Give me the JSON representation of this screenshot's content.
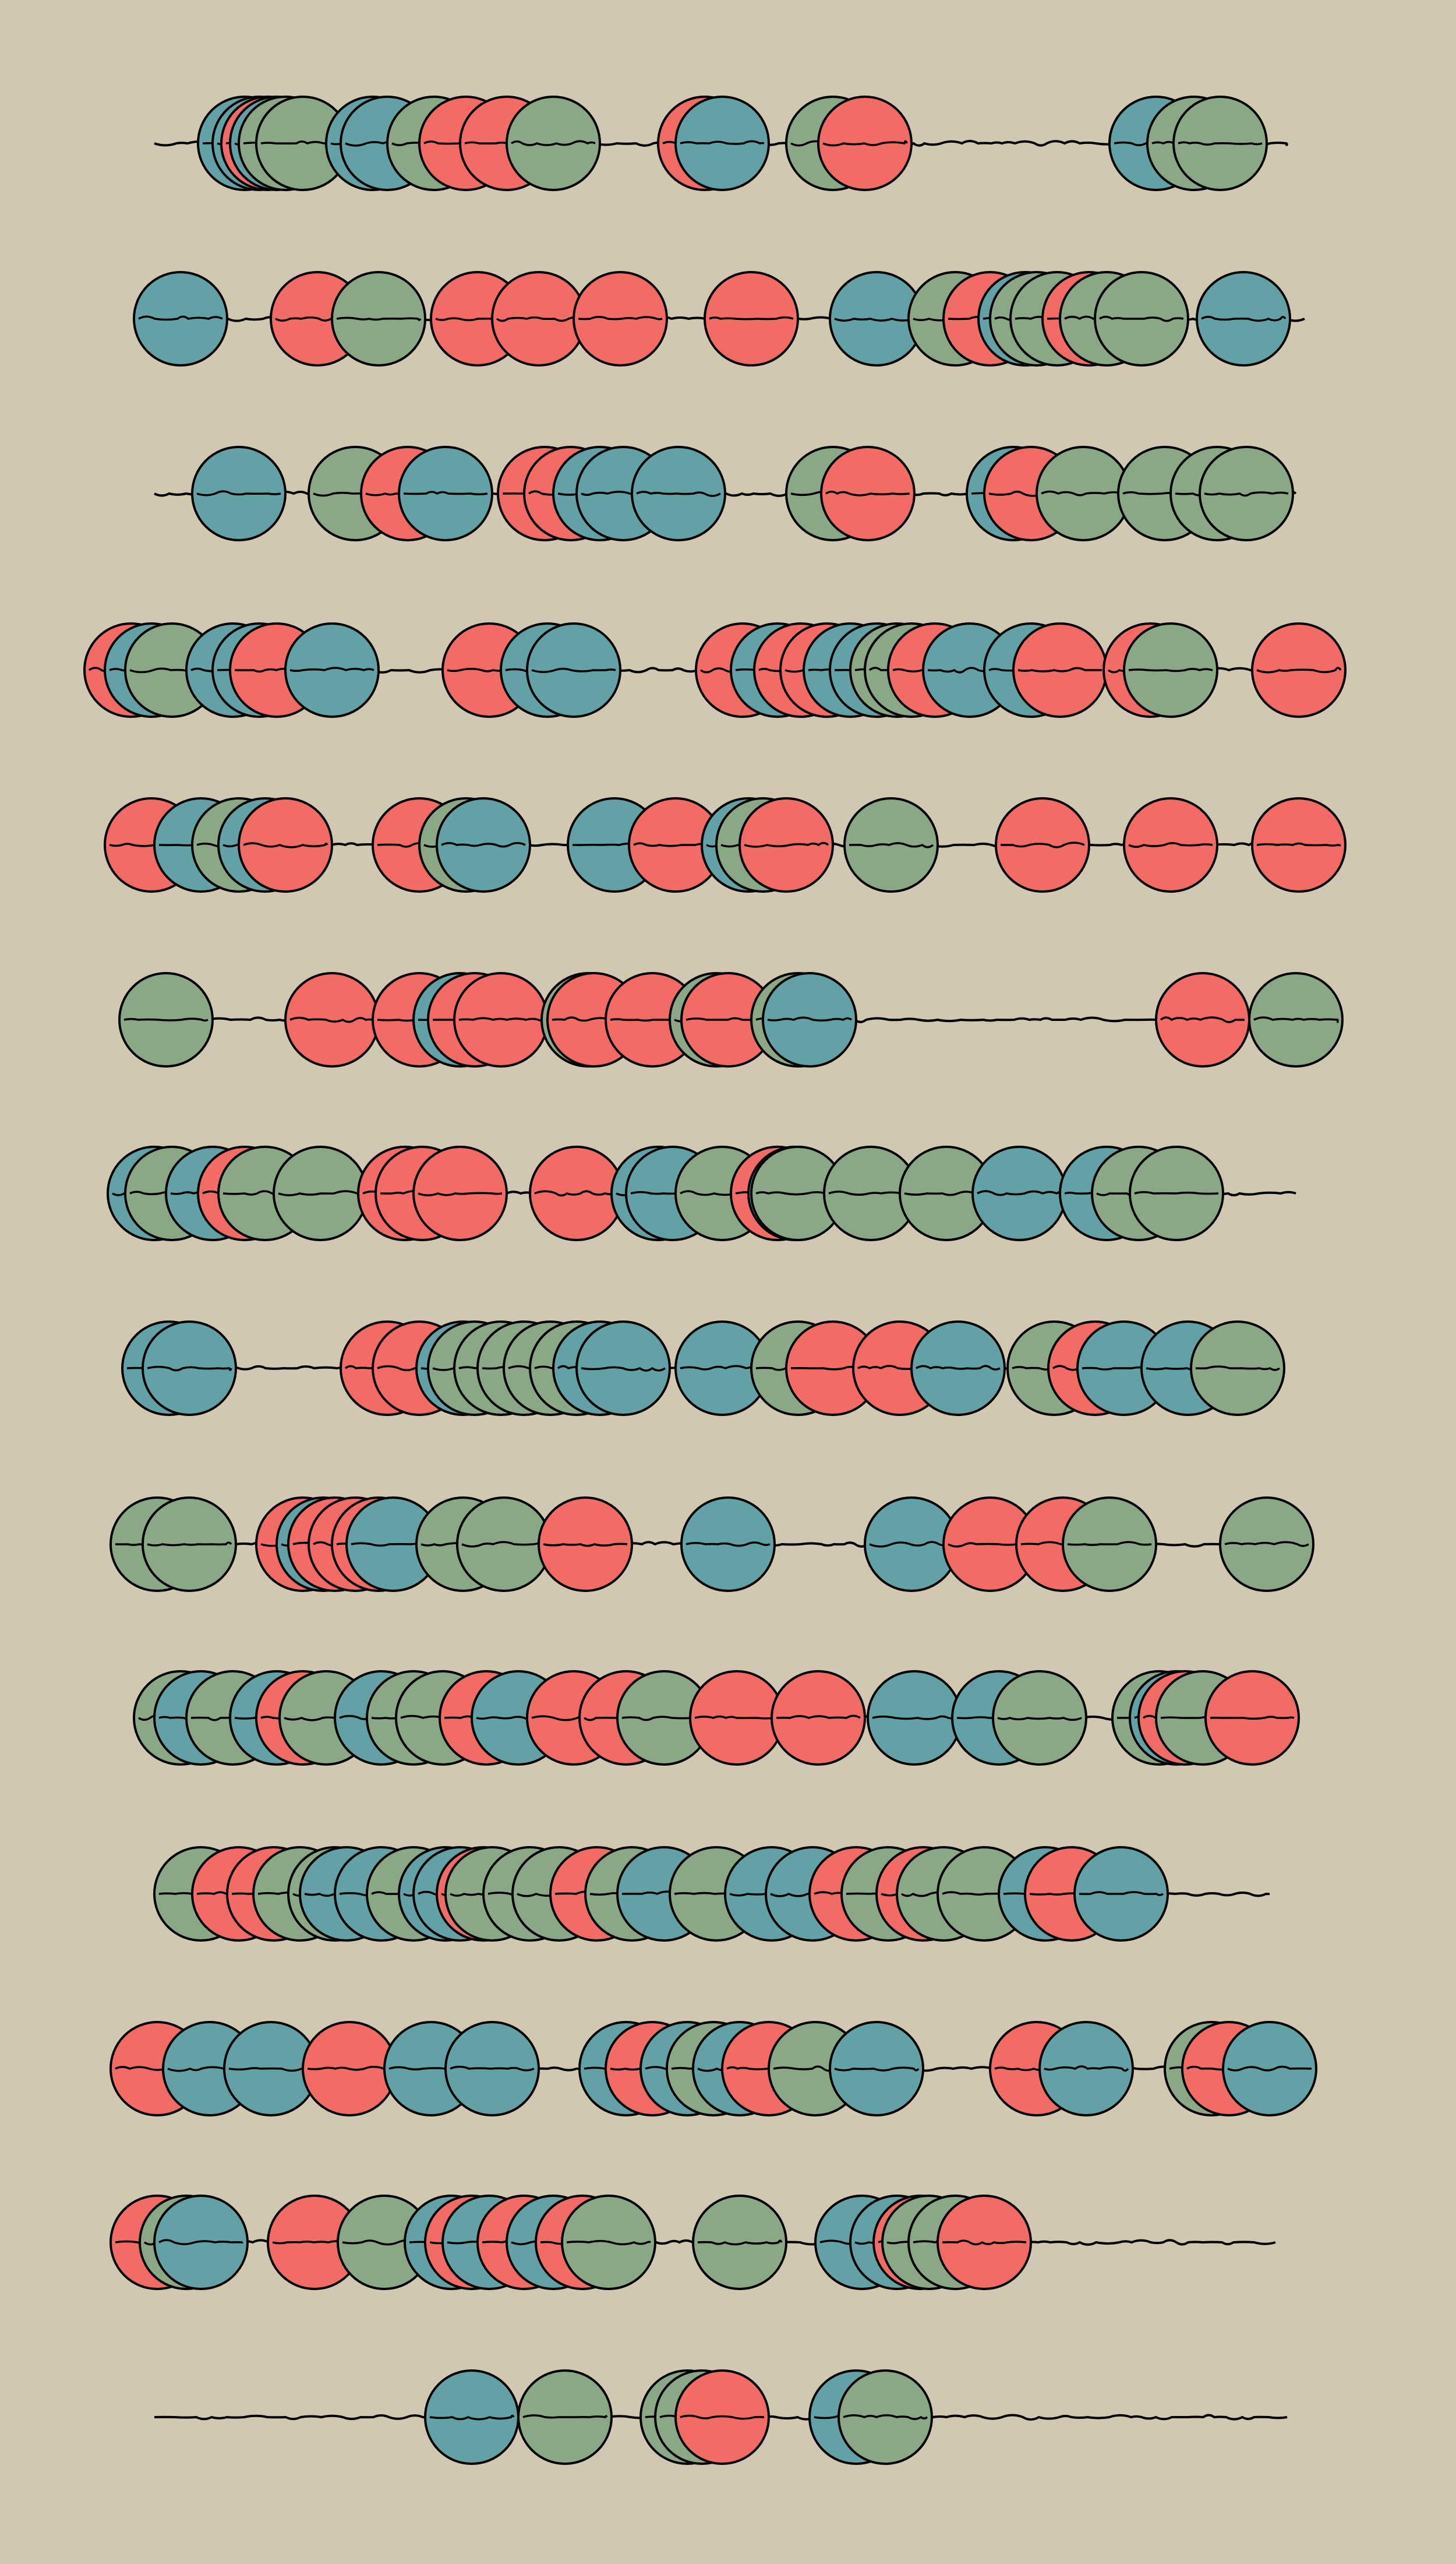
{
  "palette": {
    "background": "#D1C8B1",
    "red": "#F26B65",
    "teal": "#62A1A5",
    "green": "#8BA886",
    "stroke": "#000000"
  },
  "artwork": {
    "rows": [
      {
        "beads": [
          "teal",
          "teal",
          "red",
          "teal",
          "green",
          "green",
          "teal",
          "teal",
          "green",
          "red",
          "red",
          "green",
          "red",
          "teal",
          "green",
          "red",
          "teal",
          "green",
          "green"
        ]
      },
      {
        "beads": [
          "teal",
          "red",
          "green",
          "red",
          "red",
          "red",
          "red",
          "teal",
          "green",
          "red",
          "teal",
          "green",
          "green",
          "red",
          "green",
          "green",
          "teal"
        ]
      },
      {
        "beads": [
          "teal",
          "green",
          "red",
          "teal",
          "red",
          "red",
          "teal",
          "teal",
          "teal",
          "green",
          "red",
          "teal",
          "red",
          "green",
          "green",
          "green",
          "green"
        ]
      },
      {
        "beads": [
          "red",
          "teal",
          "green",
          "teal",
          "teal",
          "red",
          "teal",
          "red",
          "teal",
          "teal",
          "red",
          "teal",
          "red",
          "red",
          "teal",
          "teal",
          "green",
          "green",
          "red",
          "teal",
          "teal",
          "red",
          "red",
          "green",
          "red"
        ]
      },
      {
        "beads": [
          "red",
          "teal",
          "green",
          "teal",
          "red",
          "red",
          "green",
          "teal",
          "teal",
          "red",
          "teal",
          "green",
          "red",
          "green",
          "red",
          "red",
          "red"
        ]
      },
      {
        "beads": [
          "green",
          "red",
          "red",
          "teal",
          "red",
          "red",
          "green",
          "red",
          "red",
          "green",
          "red",
          "green",
          "teal",
          "red",
          "green"
        ]
      },
      {
        "beads": [
          "teal",
          "green",
          "teal",
          "red",
          "green",
          "green",
          "red",
          "red",
          "red",
          "red",
          "teal",
          "teal",
          "green",
          "red",
          "teal",
          "green",
          "green",
          "green",
          "teal",
          "teal",
          "green",
          "green"
        ]
      },
      {
        "beads": [
          "teal",
          "teal",
          "red",
          "red",
          "teal",
          "green",
          "green",
          "green",
          "green",
          "green",
          "teal",
          "teal",
          "teal",
          "green",
          "red",
          "red",
          "teal",
          "green",
          "red",
          "teal",
          "teal",
          "green"
        ]
      },
      {
        "beads": [
          "green",
          "green",
          "red",
          "teal",
          "red",
          "red",
          "red",
          "teal",
          "green",
          "green",
          "red",
          "teal",
          "teal",
          "red",
          "red",
          "green",
          "green"
        ]
      },
      {
        "beads": [
          "green",
          "teal",
          "green",
          "teal",
          "red",
          "green",
          "teal",
          "green",
          "green",
          "red",
          "teal",
          "red",
          "red",
          "green",
          "red",
          "red",
          "teal",
          "teal",
          "green",
          "green",
          "teal",
          "red",
          "green",
          "red"
        ]
      },
      {
        "beads": [
          "green",
          "red",
          "red",
          "green",
          "green",
          "teal",
          "teal",
          "green",
          "teal",
          "teal",
          "red",
          "green",
          "green",
          "green",
          "red",
          "green",
          "teal",
          "green",
          "teal",
          "teal",
          "red",
          "green",
          "red",
          "green",
          "green",
          "teal",
          "red",
          "teal"
        ]
      },
      {
        "beads": [
          "red",
          "teal",
          "teal",
          "red",
          "teal",
          "teal",
          "teal",
          "red",
          "teal",
          "green",
          "teal",
          "red",
          "green",
          "teal",
          "red",
          "teal",
          "green",
          "red",
          "teal"
        ]
      },
      {
        "beads": [
          "red",
          "green",
          "teal",
          "red",
          "green",
          "teal",
          "red",
          "teal",
          "red",
          "teal",
          "red",
          "green",
          "green",
          "teal",
          "teal",
          "red",
          "green",
          "green",
          "red"
        ]
      },
      {
        "beads": [
          "teal",
          "green",
          "green",
          "green",
          "red",
          "teal",
          "green"
        ]
      }
    ]
  }
}
